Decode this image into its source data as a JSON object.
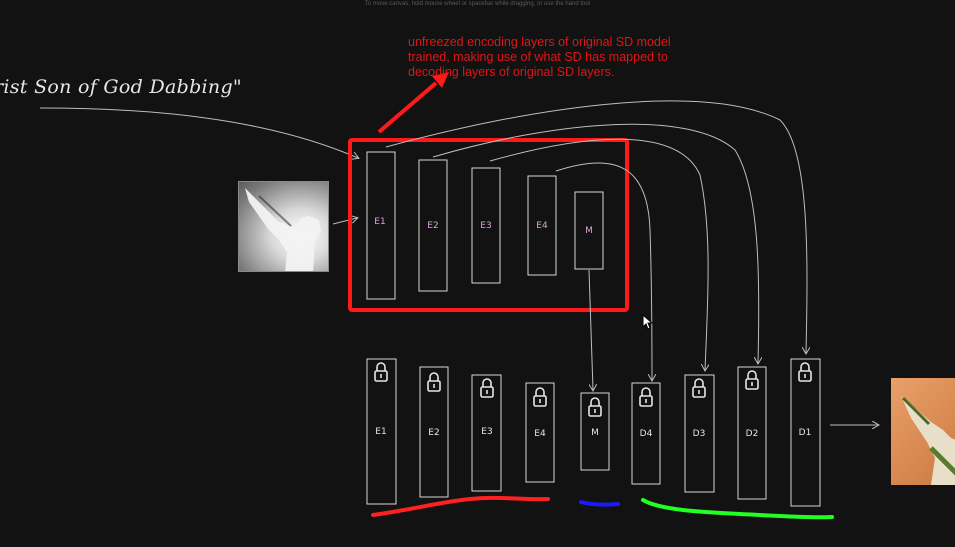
{
  "hint_text": "To move canvas, hold mouse wheel or spacebar while dragging, or use the hand tool",
  "prompt_text": "rist Son of God Dabbing\"",
  "note": {
    "lines": [
      "unfreezed encoding layers of original SD model",
      "trained, making use of what SD has mapped to",
      "decoding layers of original SD layers."
    ]
  },
  "trainable_copy": {
    "layers": [
      "E1",
      "E2",
      "E3",
      "E4",
      "M"
    ]
  },
  "locked_model": {
    "layers": [
      "E1",
      "E2",
      "E3",
      "E4",
      "M",
      "D4",
      "D3",
      "D2",
      "D1"
    ]
  },
  "colors": {
    "background": "#121212",
    "highlight_red": "#e01515",
    "layer_stroke": "#d6d6d6",
    "encoder_underline": "#ff2020",
    "middle_underline": "#1a1aff",
    "decoder_underline": "#22ff22"
  },
  "icons": {
    "lock": "lock-icon",
    "cursor": "mouse-cursor-icon"
  }
}
